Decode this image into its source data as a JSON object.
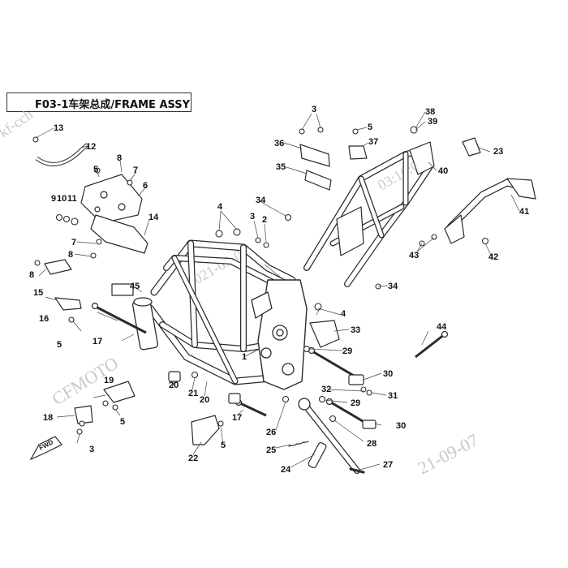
{
  "title": "F03-1车架总成/FRAME ASSY",
  "fwd_label": "FWD",
  "watermarks": [
    "CFMOTO",
    "21-09-07",
    "kf-cch",
    "2021-09-07",
    "03:10:03"
  ],
  "callouts": [
    "1",
    "2",
    "3",
    "4",
    "5",
    "6",
    "7",
    "8",
    "9",
    "10",
    "11",
    "12",
    "13",
    "14",
    "15",
    "16",
    "17",
    "18",
    "19",
    "20",
    "21",
    "22",
    "23",
    "24",
    "25",
    "26",
    "27",
    "28",
    "29",
    "30",
    "31",
    "32",
    "33",
    "34",
    "35",
    "36",
    "37",
    "38",
    "39",
    "40",
    "41",
    "42",
    "43",
    "44",
    "45"
  ],
  "colors": {
    "line": "#2a2a2a",
    "frame_fill": "#ffffff",
    "watermark": "#c9c9c9"
  }
}
